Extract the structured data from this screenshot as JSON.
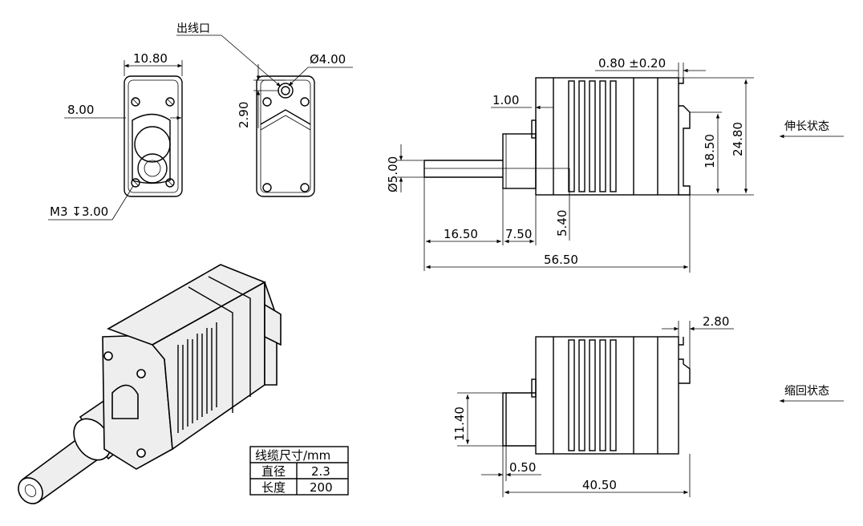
{
  "front_view": {
    "cable_exit_label": "出线口",
    "width_dim": "10.80",
    "offset_dim": "8.00",
    "thread_callout": "M3 ↧3.00"
  },
  "end_view": {
    "hole_dia": "Ø4.00",
    "hole_offset": "2.90"
  },
  "extended_view": {
    "state_label": "伸长状态",
    "gap_dim": "0.80 ±0.20",
    "flange_dim": "1.00",
    "shaft_dia": "Ø5.00",
    "flat_dim": "5.40",
    "height_dim": "24.80",
    "inner_height_dim": "18.50",
    "shaft_len_dim": "16.50",
    "neck_len_dim": "7.50",
    "total_len_dim": "56.50"
  },
  "retracted_view": {
    "state_label": "缩回状态",
    "top_dim": "2.80",
    "height_dim": "11.40",
    "offset_dim": "0.50",
    "total_len_dim": "40.50"
  },
  "cable_table": {
    "header": "线缆尺寸/mm",
    "rows": [
      {
        "name": "直径",
        "value": "2.3"
      },
      {
        "name": "长度",
        "value": "200"
      }
    ]
  }
}
